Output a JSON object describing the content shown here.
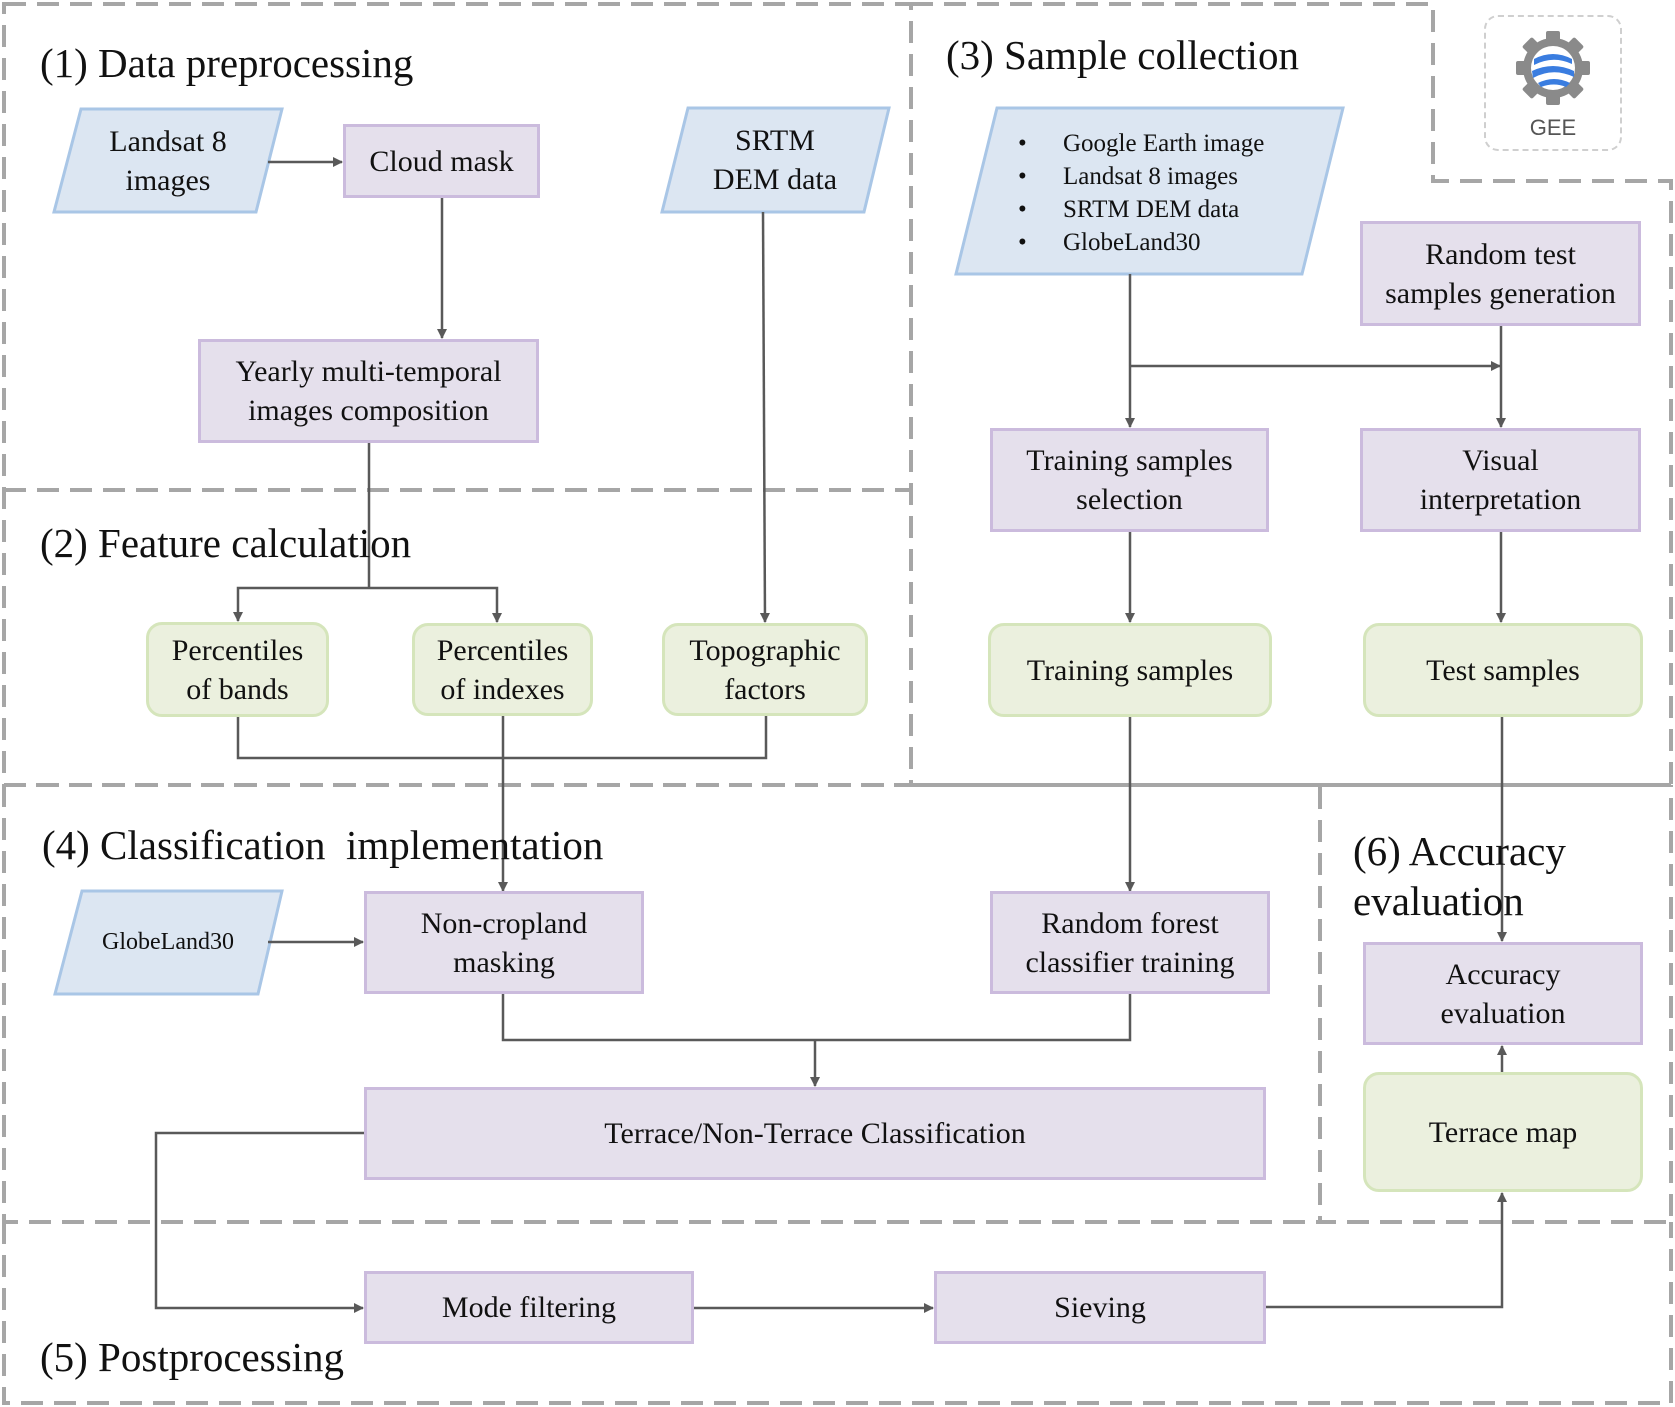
{
  "platform": {
    "label": "GEE",
    "icon": "earth-engine-gear-icon"
  },
  "colors": {
    "process_fill": "#e5e0ec",
    "process_border": "#cbbbdd",
    "result_fill": "#ebf0de",
    "result_border": "#d5e5bb",
    "input_fill": "#dce6f2",
    "input_border": "#a9c6e6",
    "section_border": "#a6a6a6",
    "connector": "#595959"
  },
  "sections": {
    "s1": {
      "title": "(1) Data preprocessing"
    },
    "s2": {
      "title": "(2) Feature calculation"
    },
    "s3": {
      "title": "(3) Sample collection"
    },
    "s4": {
      "title": "(4) Classification  implementation"
    },
    "s5": {
      "title": "(5) Postprocessing"
    },
    "s6": {
      "title_line1": "(6) Accuracy",
      "title_line2": "evaluation"
    }
  },
  "nodes": {
    "landsat": {
      "line1": "Landsat 8",
      "line2": "images"
    },
    "cloud_mask": {
      "label": "Cloud mask"
    },
    "srtm": {
      "line1": "SRTM",
      "line2": "DEM data"
    },
    "yearly": {
      "line1": "Yearly multi-temporal",
      "line2": "images composition"
    },
    "pct_bands": {
      "line1": "Percentiles",
      "line2": "of bands"
    },
    "pct_indexes": {
      "line1": "Percentiles",
      "line2": "of indexes"
    },
    "topo": {
      "line1": "Topographic",
      "line2": "factors"
    },
    "sample_sources": {
      "items": [
        "Google Earth image",
        "Landsat 8 images",
        "SRTM DEM data",
        "GlobeLand30"
      ]
    },
    "random_test": {
      "line1": "Random test",
      "line2": "samples generation"
    },
    "training_selection": {
      "line1": "Training samples",
      "line2": "selection"
    },
    "visual_interp": {
      "line1": "Visual",
      "line2": "interpretation"
    },
    "training_samples": {
      "label": "Training samples"
    },
    "test_samples": {
      "label": "Test samples"
    },
    "globeland": {
      "label": "GlobeLand30"
    },
    "noncropland": {
      "line1": "Non-cropland",
      "line2": "masking"
    },
    "rf_training": {
      "line1": "Random forest",
      "line2": "classifier training"
    },
    "classification": {
      "label": "Terrace/Non-Terrace Classification"
    },
    "accuracy": {
      "line1": "Accuracy",
      "line2": "evaluation"
    },
    "terrace_map": {
      "label": "Terrace map"
    },
    "mode_filtering": {
      "label": "Mode filtering"
    },
    "sieving": {
      "label": "Sieving"
    }
  }
}
